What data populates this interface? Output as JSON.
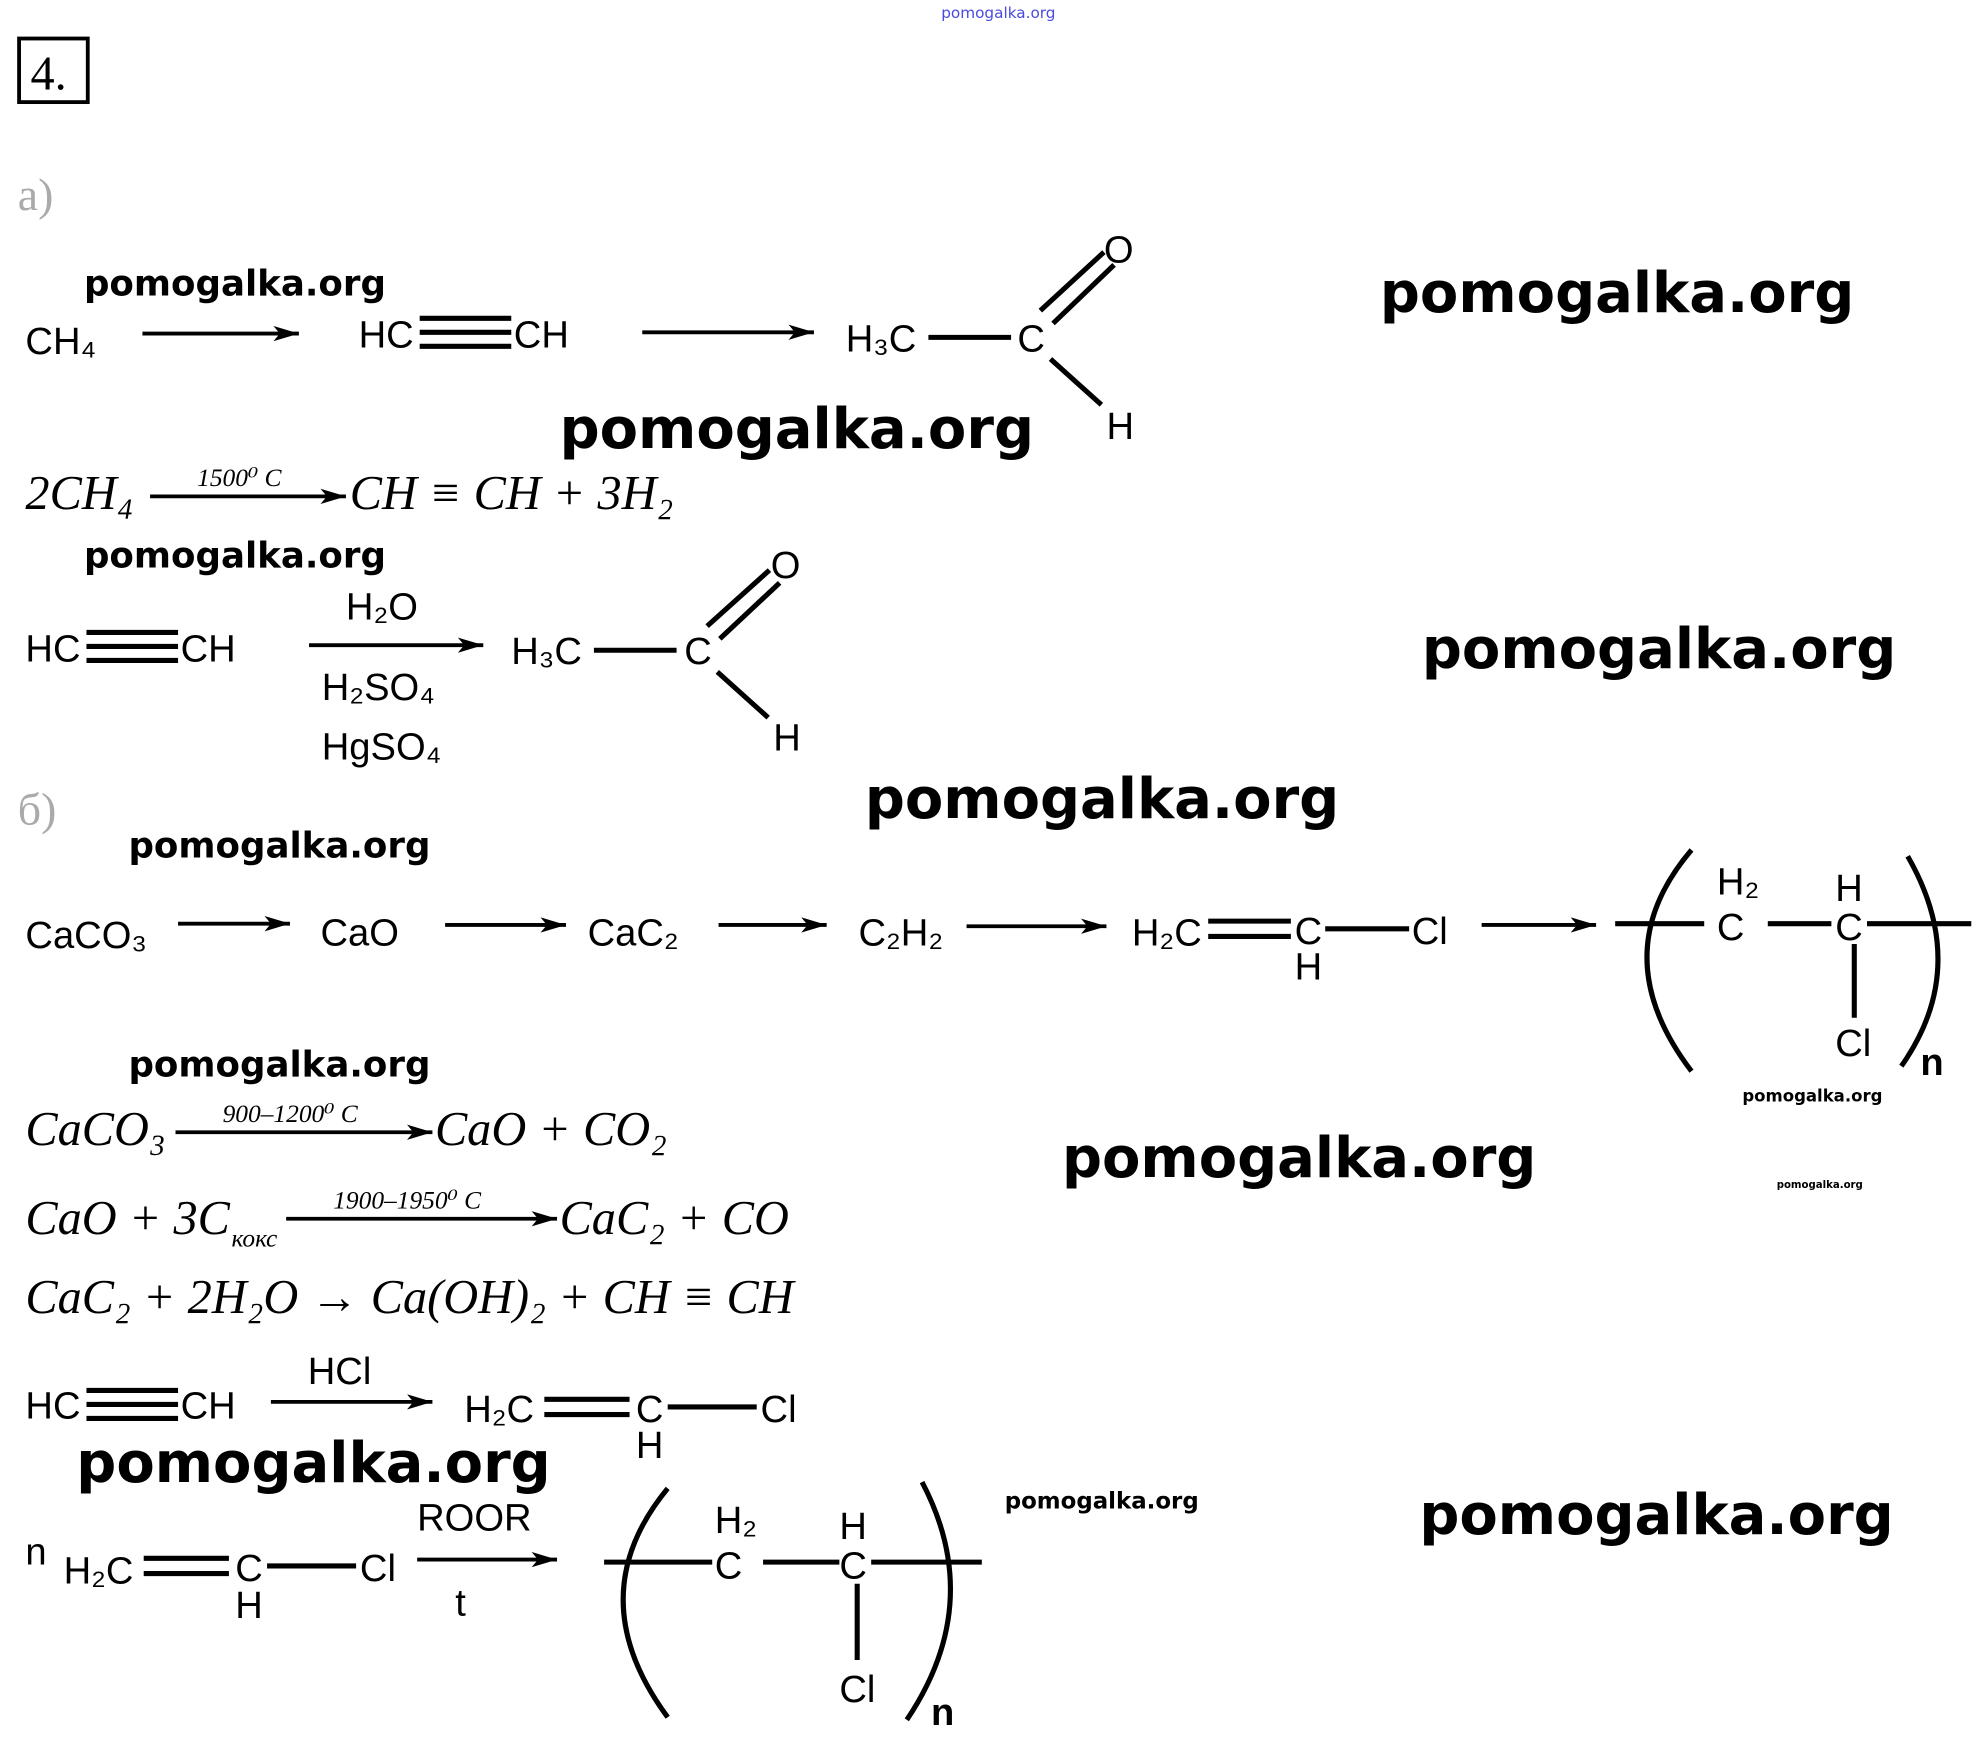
{
  "header": {
    "top_watermark": "pomogalka.org",
    "task_number": "4."
  },
  "part_a": {
    "label": "а)",
    "scheme": {
      "ch4": "CH₄",
      "acetylene_l": "HC",
      "acetylene_r": "CH",
      "h3c": "H₃C",
      "c": "C",
      "o": "O",
      "h": "H"
    },
    "eq1": {
      "left": "2CH₄",
      "condition": "1500⁰ C",
      "right": "CH ≡ CH + 3H₂"
    },
    "eq2": {
      "acetylene_l": "HC",
      "acetylene_r": "CH",
      "above": "H₂O",
      "below1": "H₂SO₄",
      "below2": "HgSO₄",
      "h3c": "H₃C",
      "c": "C",
      "o": "O",
      "h": "H"
    }
  },
  "part_b": {
    "label": "б)",
    "scheme": {
      "s1": "CaCO₃",
      "s2": "CaO",
      "s3": "CaC₂",
      "s4": "C₂H₂",
      "s5_h2c": "H₂C",
      "s5_c": "C",
      "s5_h": "H",
      "s5_cl": "Cl",
      "poly_h2": "H₂",
      "poly_c1": "C",
      "poly_h": "H",
      "poly_c2": "C",
      "poly_cl": "Cl",
      "poly_n": "n"
    },
    "eq1": {
      "left": "CaCO₃",
      "condition": "900–1200⁰ C",
      "right": "CaO + CO₂"
    },
    "eq2": {
      "left": "CaO + 3C",
      "sub": "кокс",
      "condition": "1900–1950⁰ C",
      "right": "CaC₂ + CO"
    },
    "eq3": {
      "text": "CaC₂ + 2H₂O → Ca(OH)₂ + CH ≡ CH"
    },
    "eq4": {
      "acetylene_l": "HC",
      "acetylene_r": "CH",
      "reagent": "HCl",
      "h2c": "H₂C",
      "c": "C",
      "h": "H",
      "cl": "Cl"
    },
    "eq5": {
      "n": "n",
      "h2c": "H₂C",
      "c": "C",
      "h": "H",
      "cl": "Cl",
      "above": "ROOR",
      "below": "t",
      "poly_h2": "H₂",
      "poly_c1": "C",
      "poly_h": "H",
      "poly_c2": "C",
      "poly_cl": "Cl",
      "poly_n": "n"
    }
  },
  "watermarks": [
    "pomogalka.org",
    "pomogalka.org",
    "pomogalka.org",
    "pomogalka.org",
    "pomogalka.org",
    "pomogalka.org",
    "pomogalka.org",
    "pomogalka.org",
    "pomogalka.org",
    "pomogalka.org",
    "pomogalka.org",
    "pomogalka.org",
    "pomogalka.org",
    "pomogalka.org"
  ]
}
